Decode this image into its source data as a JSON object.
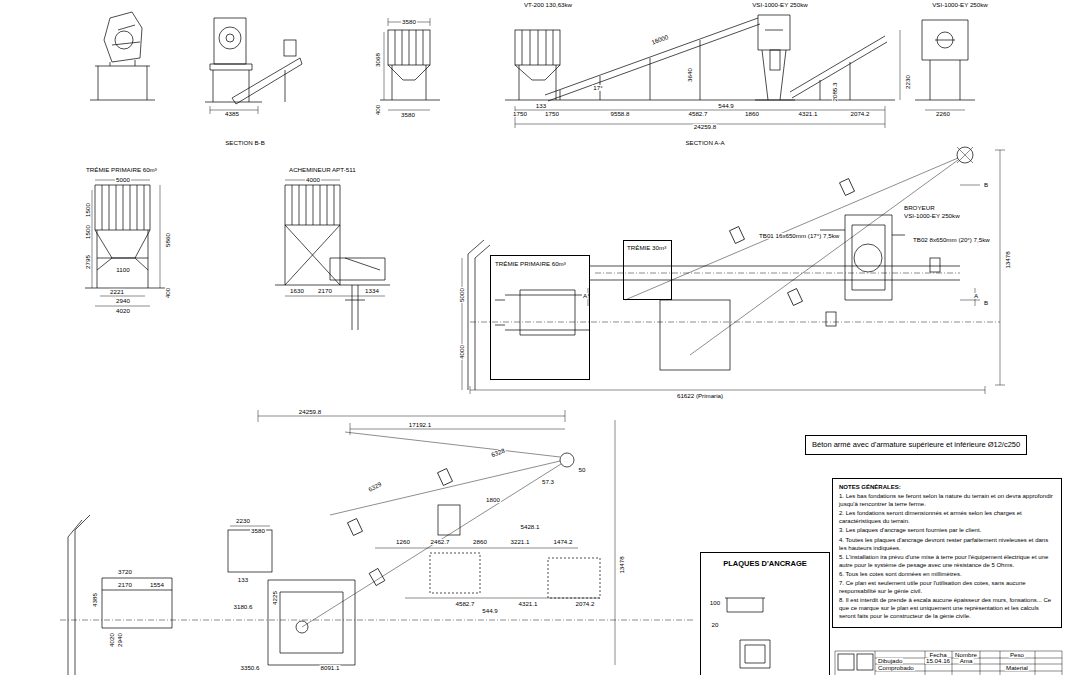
{
  "diagram": {
    "nodes": [
      {
        "text": [
          "TRÉMIE PRIMAIRE 60m³"
        ]
      },
      {
        "text": [
          "TRÉMIE 30m³"
        ]
      },
      {
        "text": [
          "Béton armé avec d'armature supérieure et inférieure  Ø12/c250"
        ]
      },
      {
        "text": [
          "PLAQUES D'ANCRAGE"
        ]
      },
      {
        "text": [
          "NOTES GÉNÉRALES:",
          "1. Les bas fondations se feront selon la nature du terrain et on devra approfondir jusqu'à rencontrer la terre ferme.",
          "2. Les fondations seront dimensionnés et armés selon les charges et caractéristiques du terrain.",
          "3. Les plaques d'ancrage seront fournies par le client.",
          "4. Toutes les plaques d'ancrage devront rester parfaitement niveleuses et dans les hauteurs indiquées.",
          "5. L'installation ira prévu d'une mise à terre pour l'équipement électrique et une autre pour le système de pesage avec une résistance de 5 Ohms.",
          "6. Tous les cotes sont données en millimètres.",
          "7. Ce plan est seulement utile pour l'utilisation des cotes, sans aucune responsabilité sur le génie civil.",
          "8. Il est interdit de prende à escala aucune épaisseur des murs, fonsations... Ce que ce marque sur le plan est uniquement une représentation et les calculs seront faits pour le constructeur de la génie civile."
        ]
      }
    ],
    "labels": [
      "4385",
      "SECTION B-B",
      "3580",
      "3068",
      "400",
      "3580",
      "VT-200 130,63kw",
      "16000",
      "3640",
      "VSI-1000-EY 250kw",
      "VSI-1000-EY 250kw",
      "17°",
      "1750",
      "133",
      "1750",
      "9558.8",
      "4582.7",
      "544.9",
      "1860",
      "4321.1",
      "2074.2",
      "24259.8",
      "SECTION A-A",
      "2230",
      "2260",
      "2085.3",
      "TRÉMIE PRIMAIRE 60m³",
      "5000",
      "1500",
      "1500",
      "2795",
      "5860",
      "1100",
      "2221",
      "2940",
      "4020",
      "400",
      "ACHEMINEUR APT-511",
      "4000",
      "1630",
      "2170",
      "1334",
      "TB01 16x650mm (17°) 7,5kw",
      "BROYEUR",
      "VSI-1000-EY 250kw",
      "TB02 8x650mm (20°) 7,5kw",
      "5000",
      "4000",
      "61622 (Primaria)",
      "13478",
      "A",
      "A",
      "B",
      "B",
      "24259.8",
      "17192.1",
      "6329",
      "6328",
      "57.3",
      "50",
      "1800",
      "5428.1",
      "2230",
      "3580",
      "133",
      "4225",
      "3180.6",
      "1260",
      "2462.7",
      "2860",
      "3221.1",
      "1474.2",
      "4582.7",
      "544.9",
      "4321.1",
      "2074.2",
      "3350.6",
      "8091.1",
      "13478",
      "3720",
      "2170",
      "1554",
      "2940",
      "4020",
      "4385",
      "100",
      "20",
      "Fecha",
      "Nombre",
      "Peso",
      "Dibujado",
      "15.04.16",
      "Ama",
      "Comprobado",
      "Material"
    ]
  }
}
